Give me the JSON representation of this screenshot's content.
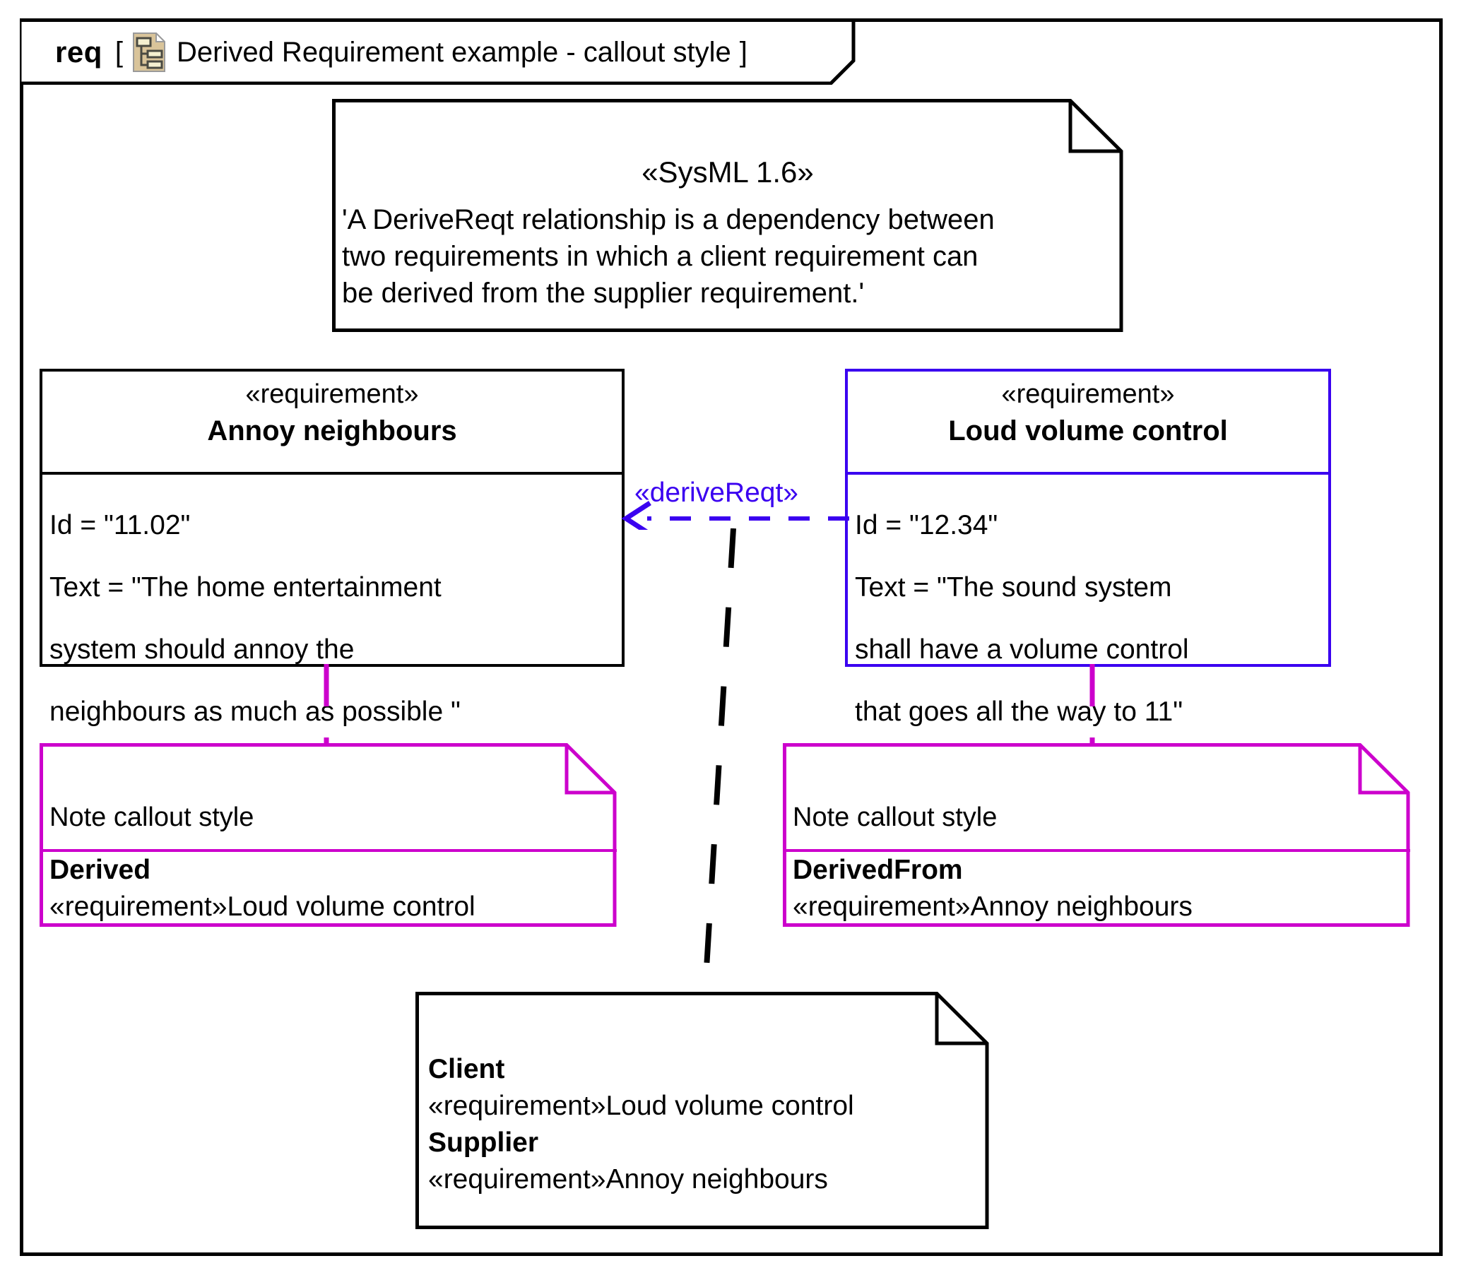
{
  "diagram": {
    "frame": {
      "kind": "req",
      "bracket_open": "[",
      "bracket_close": "]",
      "title": "Derived Requirement example - callout style",
      "icon": "requirement-diagram-icon"
    },
    "colors": {
      "black": "#000000",
      "blue": "#3a00f0",
      "magenta": "#cc00cc",
      "icon_fill": "#d9c49a",
      "icon_inner": "#f5f0d0"
    },
    "spec_note": {
      "stereotype": "«SysML 1.6»",
      "line1": "'A DeriveReqt relationship is a dependency between",
      "line2": "two requirements in which a client requirement can",
      "line3": "be derived from the supplier requirement.'"
    },
    "requirements": [
      {
        "id": "annoy-neighbours",
        "stereotype": "«requirement»",
        "name": "Annoy neighbours",
        "body_line1": "Id = \"11.02\"",
        "body_line2": "Text = \"The home entertainment",
        "body_line3": "system should annoy the",
        "body_line4": "neighbours as much as possible \"",
        "border_color": "black"
      },
      {
        "id": "loud-volume-control",
        "stereotype": "«requirement»",
        "name": "Loud volume control",
        "body_line1": "Id = \"12.34\"",
        "body_line2": "Text = \"The sound system",
        "body_line3": "shall have a volume control",
        "body_line4": "that goes all the way to 11\"",
        "border_color": "blue"
      }
    ],
    "dependency": {
      "label": "«deriveReqt»",
      "style": "dashed-arrow-left",
      "color": "#3a00f0"
    },
    "callouts": [
      {
        "id": "derived-callout",
        "header": "Note callout style",
        "kind": "Derived",
        "reference": "«requirement»Loud volume control",
        "border_color": "#cc00cc"
      },
      {
        "id": "derivedfrom-callout",
        "header": "Note callout style",
        "kind": "DerivedFrom",
        "reference": "«requirement»Annoy neighbours",
        "border_color": "#cc00cc"
      }
    ],
    "endpoint_note": {
      "client_label": "Client",
      "client_ref": "«requirement»Loud volume control",
      "supplier_label": "Supplier",
      "supplier_ref": "«requirement»Annoy neighbours"
    }
  }
}
